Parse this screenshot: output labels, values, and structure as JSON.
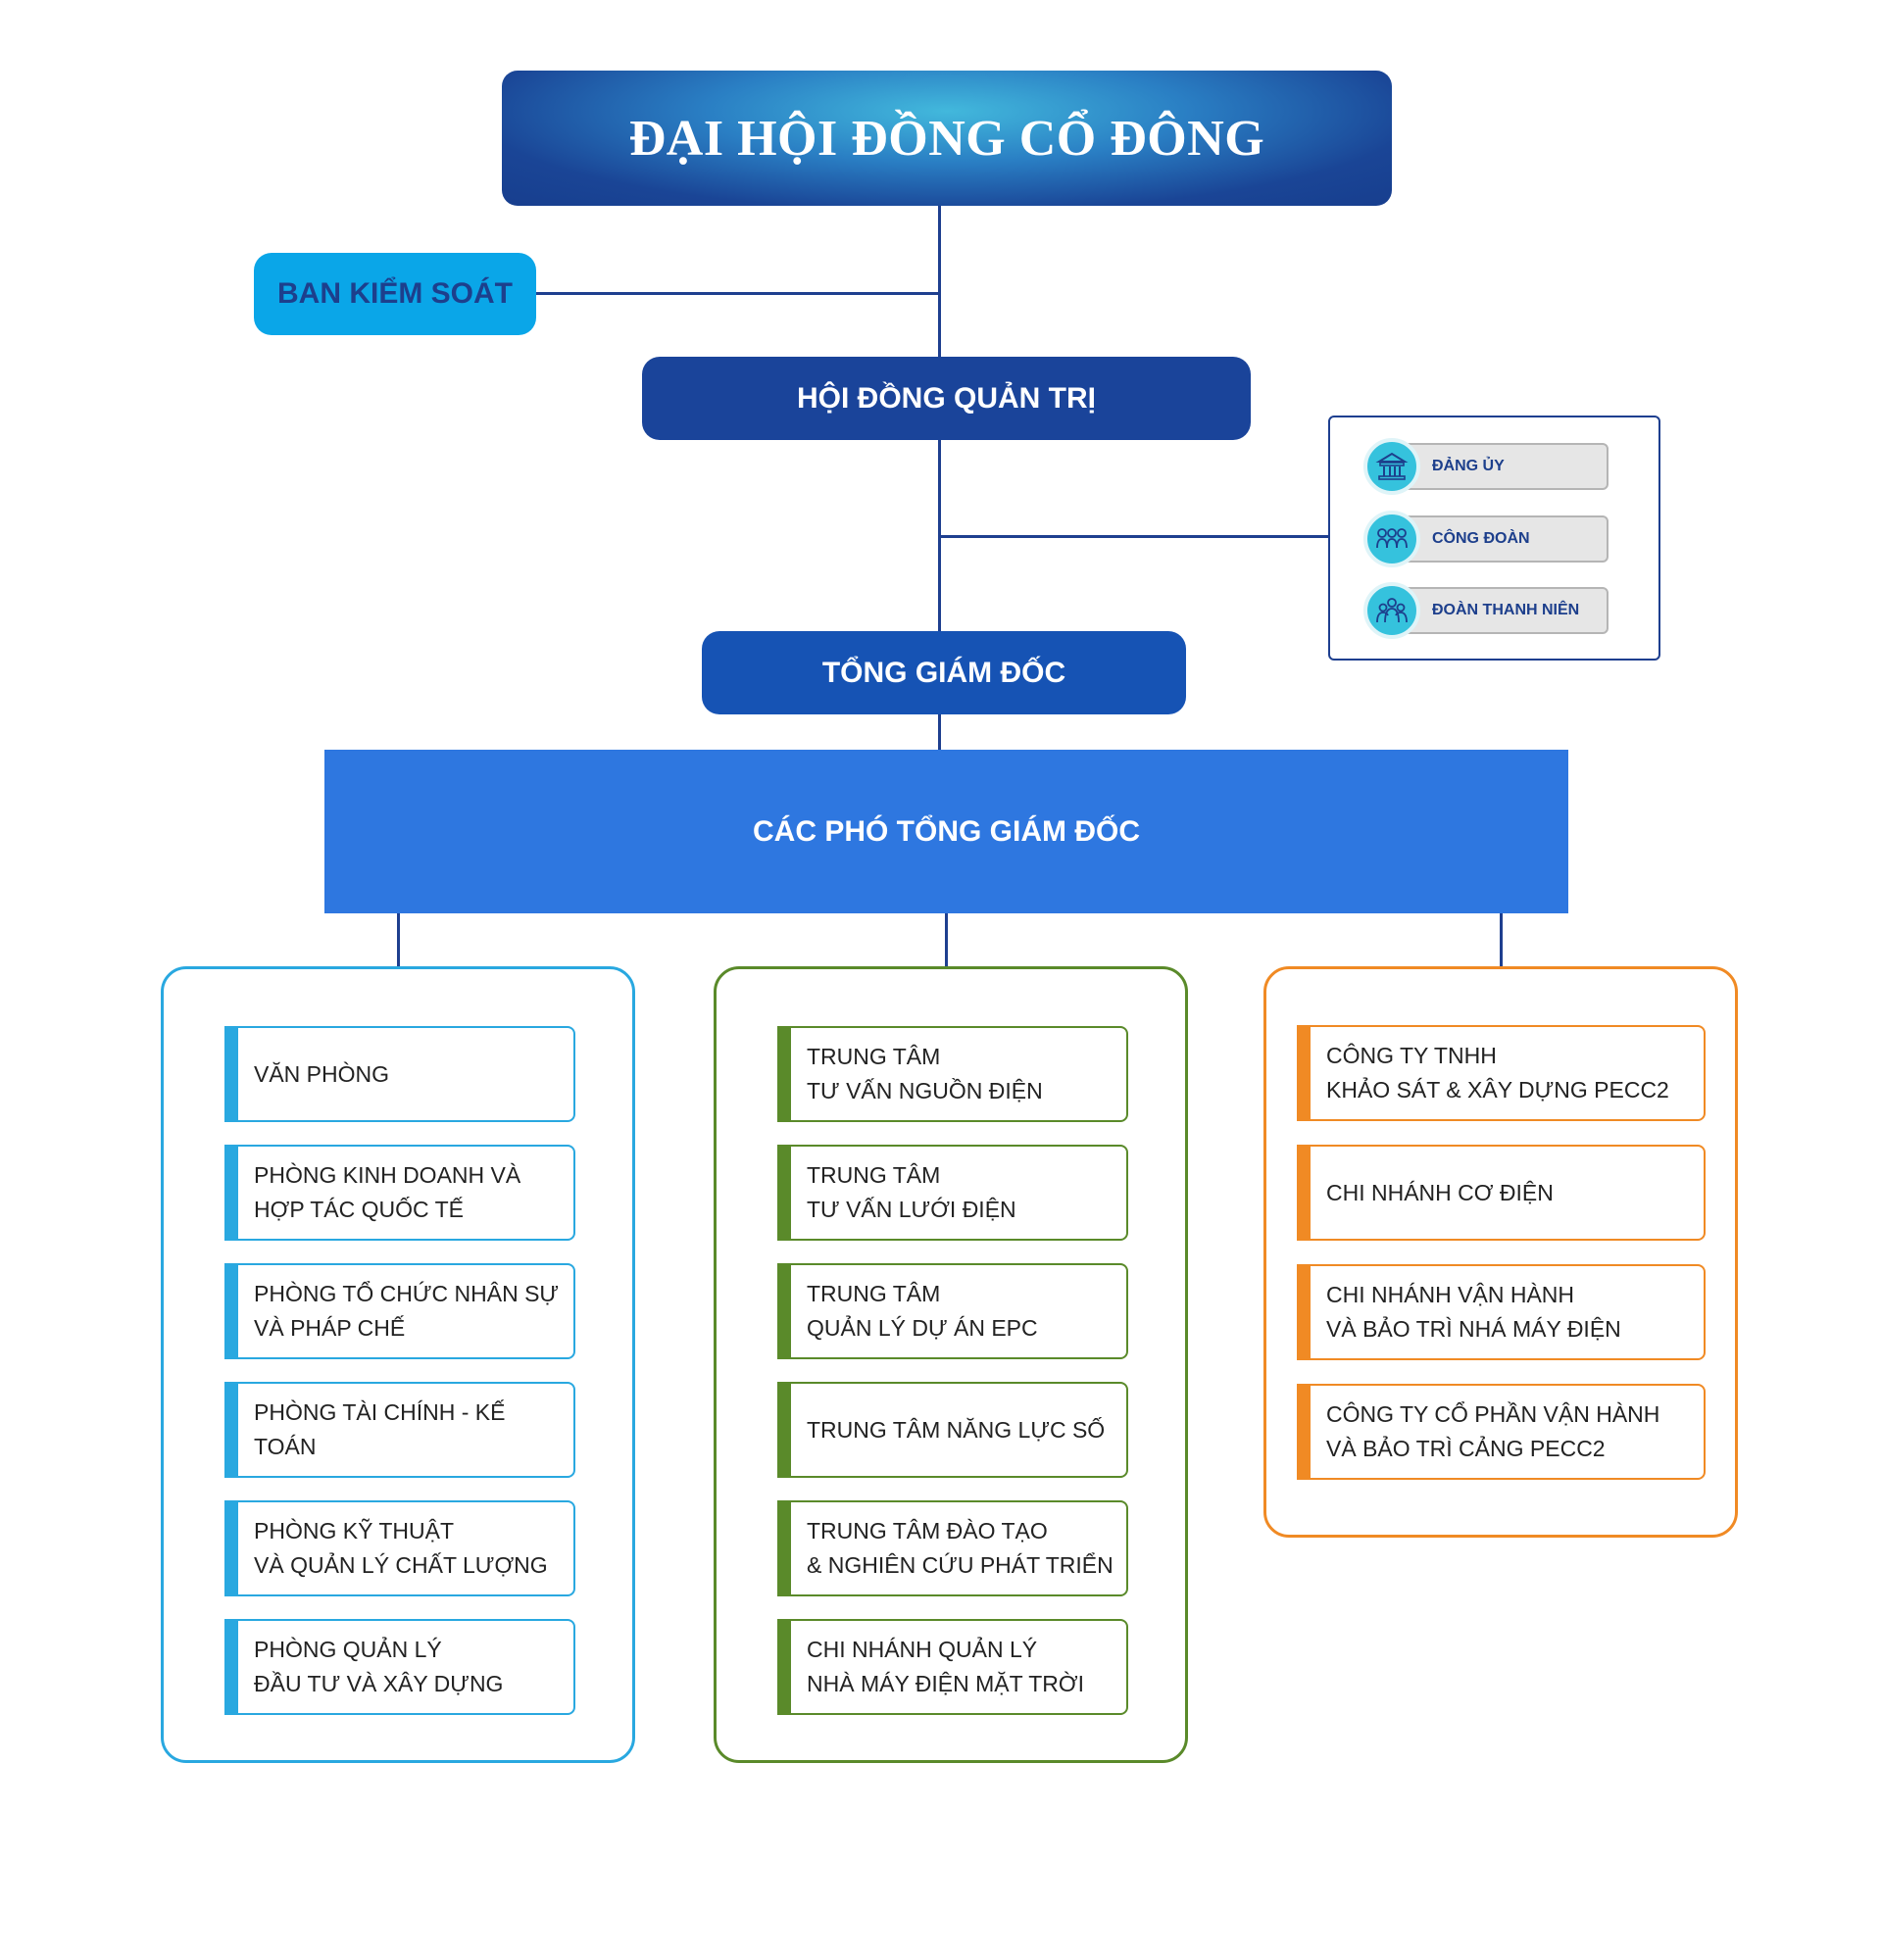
{
  "top": {
    "title": "ĐẠI HỘI ĐỒNG CỔ ĐÔNG"
  },
  "supervisory": {
    "label": "BAN KIỂM SOÁT"
  },
  "board": {
    "label": "HỘI ĐỒNG QUẢN TRỊ"
  },
  "ceo": {
    "label": "TỔNG GIÁM ĐỐC"
  },
  "deputies": {
    "label": "CÁC PHÓ TỔNG GIÁM ĐỐC"
  },
  "organizations": [
    {
      "label": "ĐẢNG ỦY",
      "icon": "building-icon"
    },
    {
      "label": "CÔNG ĐOÀN",
      "icon": "people-group-icon"
    },
    {
      "label": "ĐOÀN THANH NIÊN",
      "icon": "youth-group-icon"
    }
  ],
  "colors": {
    "navy": "#1a449a",
    "line": "#1e3f8f",
    "light_blue": "#0aa6e8",
    "mid_blue": "#2e77e0",
    "group_blue": "#29a8e0",
    "group_green": "#5a8a2a",
    "group_orange": "#f08a24"
  },
  "groups": [
    {
      "color": "#29a8e0",
      "items": [
        "VĂN PHÒNG",
        "PHÒNG KINH DOANH VÀ\nHỢP TÁC QUỐC TẾ",
        "PHÒNG TỔ CHỨC NHÂN SỰ\nVÀ PHÁP CHẾ",
        "PHÒNG TÀI CHÍNH - KẾ TOÁN",
        "PHÒNG KỸ THUẬT\nVÀ QUẢN LÝ CHẤT LƯỢNG",
        "PHÒNG QUẢN LÝ\nĐẦU TƯ VÀ XÂY DỰNG"
      ]
    },
    {
      "color": "#5a8a2a",
      "items": [
        "TRUNG TÂM\nTƯ VẤN NGUỒN ĐIỆN",
        "TRUNG TÂM\nTƯ VẤN LƯỚI ĐIỆN",
        "TRUNG TÂM\nQUẢN LÝ DỰ ÁN EPC",
        "TRUNG TÂM NĂNG LỰC SỐ",
        "TRUNG TÂM ĐÀO TẠO\n& NGHIÊN CỨU PHÁT TRIỂN",
        "CHI NHÁNH QUẢN LÝ\nNHÀ MÁY ĐIỆN MẶT TRỜI"
      ]
    },
    {
      "color": "#f08a24",
      "items": [
        "CÔNG TY TNHH\nKHẢO SÁT & XÂY DỰNG PECC2",
        "CHI NHÁNH CƠ ĐIỆN",
        "CHI NHÁNH VẬN HÀNH\nVÀ BẢO TRÌ NHÁ MÁY ĐIỆN",
        "CÔNG TY CỔ PHẦN VẬN HÀNH\nVÀ BẢO TRÌ CẢNG PECC2"
      ]
    }
  ]
}
